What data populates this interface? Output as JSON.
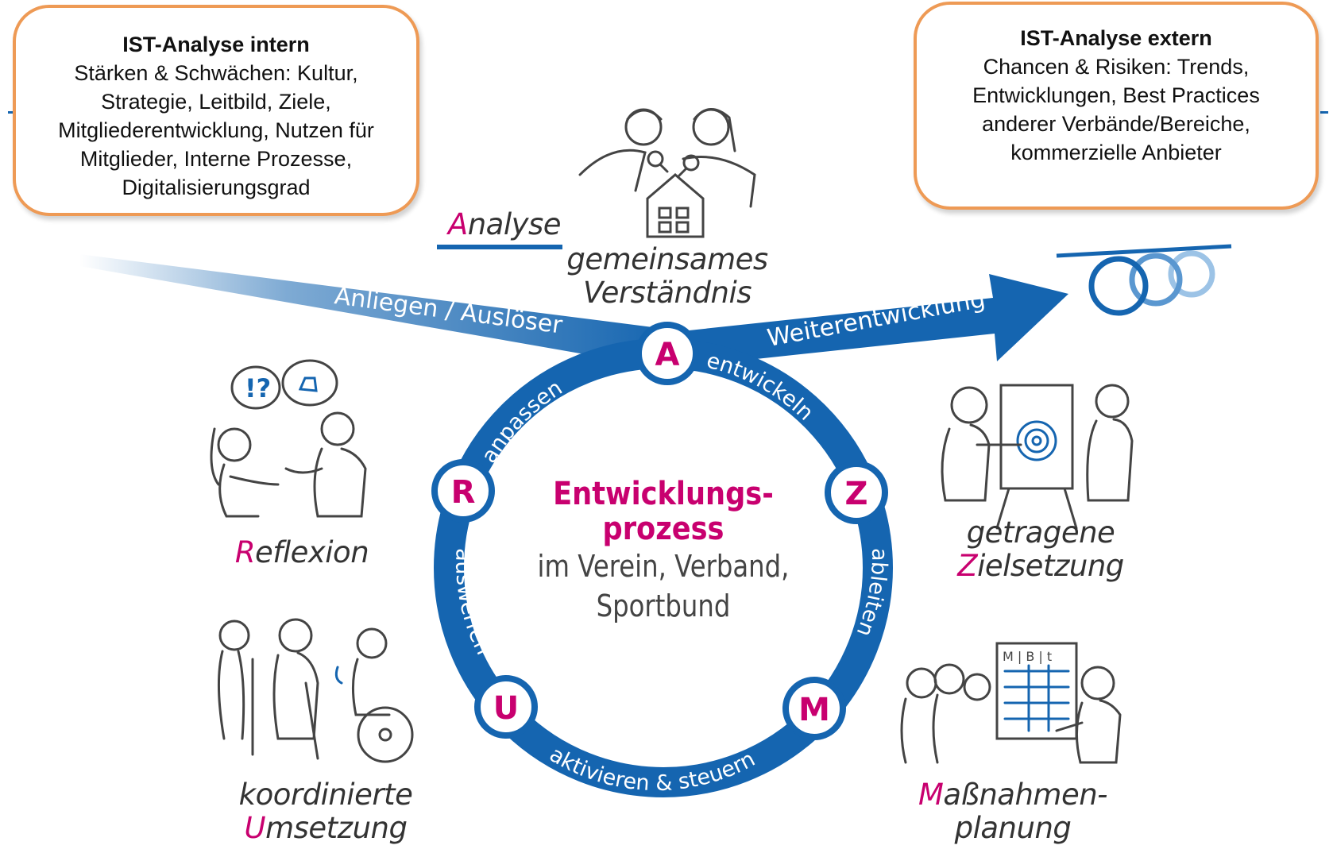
{
  "boxes": {
    "intern": {
      "title": "IST-Analyse intern",
      "lines": [
        "Stärken & Schwächen: Kultur,",
        "Strategie, Leitbild, Ziele,",
        "Mitgliederentwicklung, Nutzen für",
        "Mitglieder, Interne Prozesse,",
        "Digitalisierungsgrad"
      ]
    },
    "extern": {
      "title": "IST-Analyse extern",
      "lines": [
        "Chancen & Risiken: Trends,",
        "Entwicklungen, Best Practices",
        "anderer Verbände/Bereiche,",
        "kommerzielle Anbieter"
      ]
    }
  },
  "captions": {
    "analyse": {
      "initial": "A",
      "rest": "nalyse"
    },
    "verstaendnis": [
      "gemeinsames",
      "Verständnis"
    ],
    "reflexion": {
      "initial": "R",
      "rest": "eflexion"
    },
    "ziel": {
      "line1": "getragene",
      "initial": "Z",
      "rest": "ielsetzung"
    },
    "massnahmen": {
      "initial": "M",
      "rest": "aßnahmen-",
      "line2": "planung"
    },
    "umsetzung": {
      "line1": "koordinierte",
      "initial": "U",
      "rest": "msetzung"
    }
  },
  "arrows": {
    "in_label": "Anliegen / Auslöser",
    "out_label": "Weiterentwicklung"
  },
  "ring": {
    "nodes": [
      "A",
      "Z",
      "M",
      "U",
      "R"
    ],
    "verbs": {
      "entwickeln": "entwickeln",
      "ableiten": "ableiten",
      "aktivieren": "aktivieren & steuern",
      "auswerfen": "auswerfen",
      "anpassen": "anpassen"
    }
  },
  "center": {
    "title_line1": "Entwicklungs-",
    "title_line2": "prozess",
    "sub_line1": "im Verein, Verband,",
    "sub_line2": "Sportbund"
  },
  "colors": {
    "blue": "#1565b0",
    "magenta": "#c8006f",
    "orange": "#ee9a55"
  },
  "icons": [
    "magnifier-people-icon",
    "dialog-people-icon",
    "presentation-people-icon",
    "planting-people-icon",
    "planning-people-icon",
    "swirl-circles-icon"
  ]
}
